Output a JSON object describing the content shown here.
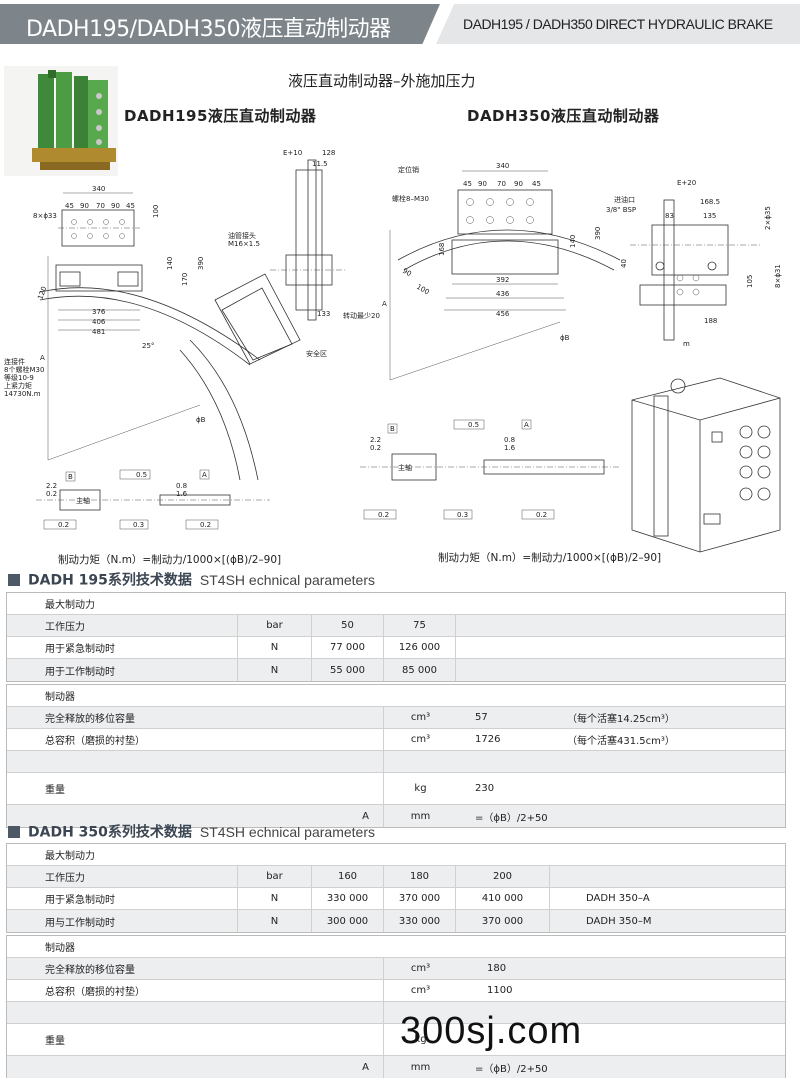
{
  "header": {
    "title_zh": "DADH195/DADH350液压直动制动器",
    "title_en": "DADH195 / DADH350 DIRECT HYDRAULIC BRAKE"
  },
  "figures": {
    "subtitle": "液压直动制动器–外施加压力",
    "label_195": "DADH195液压直动制动器",
    "label_350": "DADH350液压直动制动器",
    "formula_195": "制动力矩（N.m）=制动力/1000×[(ϕB)/2–90]",
    "formula_350": "制动力矩（N.m）=制动力/1000×[(ϕB)/2–90]",
    "dims_195": {
      "d340": "340",
      "d45": "45",
      "d90a": "90",
      "d70": "70",
      "d90b": "90",
      "d45b": "45",
      "holes": "8×ϕ33",
      "d376": "376",
      "d406": "406",
      "d481": "481",
      "e10": "E+10",
      "d128": "128",
      "d115": "11.5",
      "d133": "133",
      "pipe": "油管接头",
      "pipe2": "M16×1.5",
      "min": "转动最少20",
      "conn1": "连接件",
      "conn2": "8个螺栓M30",
      "conn3": "等级10-9",
      "conn4": "上紧力矩",
      "conn5": "14730N.m",
      "safe": "安全区",
      "angle": "25°",
      "phiB": "ϕB",
      "A": "A",
      "d100": "100",
      "d140": "140",
      "d390": "390",
      "d170": "170",
      "d120": "120"
    },
    "dims_350": {
      "pin": "定位销",
      "bolt": "螺栓8–M30",
      "d340": "340",
      "d45": "45",
      "d90a": "90",
      "d70": "70",
      "d90b": "90",
      "d45b": "45",
      "d392": "392",
      "d436": "436",
      "d456": "456",
      "d140": "140",
      "d390": "390",
      "d168": "168",
      "d90": "90",
      "d100": "100",
      "e20": "E+20",
      "d1685": "168.5",
      "d83": "83",
      "d135": "135",
      "inlet": "进油口",
      "bsp": "3/8\" BSP",
      "d2x35": "2×ϕ35",
      "d8x31": "8×ϕ31",
      "d188": "188",
      "d105": "105",
      "d40": "40",
      "phiB": "ϕB",
      "A": "A",
      "m": "m"
    },
    "tol": {
      "t05": "0.5",
      "t02": "0.2",
      "t03": "0.3",
      "A": "A",
      "B": "B",
      "shaft": "主轴",
      "d22": "2.2",
      "d02": "0.2",
      "d08": "0.8",
      "d16": "1.6"
    }
  },
  "sec195": {
    "title_zh": "DADH 195系列技术数据",
    "title_en": "ST4SH echnical parameters"
  },
  "table195_force": {
    "header": "最大制动力",
    "rows": [
      {
        "label": "工作压力",
        "unit": "bar",
        "v1": "50",
        "v2": "75"
      },
      {
        "label": "用于紧急制动时",
        "unit": "N",
        "v1": "77 000",
        "v2": "126 000"
      },
      {
        "label": "用于工作制动时",
        "unit": "N",
        "v1": "55 000",
        "v2": "85 000"
      }
    ]
  },
  "table195_brake": {
    "header": "制动器",
    "rows": [
      {
        "label": "完全释放的移位容量",
        "unit": "cm³",
        "value": "57",
        "note": "（每个活塞14.25cm³）"
      },
      {
        "label": "总容积（磨损的衬垫）",
        "unit": "cm³",
        "value": "1726",
        "note": "（每个活塞431.5cm³）"
      },
      {
        "label": "",
        "unit": "",
        "value": "",
        "note": ""
      },
      {
        "label": "重量",
        "unit": "kg",
        "value": "230",
        "note": ""
      },
      {
        "label": "A",
        "unit": "mm",
        "value": "=（ϕB）/2+50",
        "note": ""
      }
    ]
  },
  "sec350": {
    "title_zh": "DADH 350系列技术数据",
    "title_en": "ST4SH echnical parameters"
  },
  "table350_force": {
    "header": "最大制动力",
    "rows": [
      {
        "label": "工作压力",
        "unit": "bar",
        "v1": "160",
        "v2": "180",
        "v3": "200",
        "model": ""
      },
      {
        "label": "用于紧急制动时",
        "unit": "N",
        "v1": "330 000",
        "v2": "370 000",
        "v3": "410 000",
        "model": "DADH 350–A"
      },
      {
        "label": "用与工作制动时",
        "unit": "N",
        "v1": "300 000",
        "v2": "330 000",
        "v3": "370 000",
        "model": "DADH 350–M"
      }
    ]
  },
  "table350_brake": {
    "header": "制动器",
    "rows": [
      {
        "label": "完全释放的移位容量",
        "unit": "cm³",
        "value": "180"
      },
      {
        "label": "总容积（磨损的衬垫）",
        "unit": "cm³",
        "value": "1100"
      },
      {
        "label": "",
        "unit": "",
        "value": ""
      },
      {
        "label": "重量",
        "unit": "kg",
        "value": ""
      },
      {
        "label": "A",
        "unit": "mm",
        "value": "=（ϕB）/2+50"
      }
    ]
  },
  "watermark": "300sj.com",
  "colors": {
    "header_dark": "#7d858b",
    "header_light": "#e4e6e8",
    "row_alt": "#eceef0",
    "section_square": "#4d5a66"
  }
}
